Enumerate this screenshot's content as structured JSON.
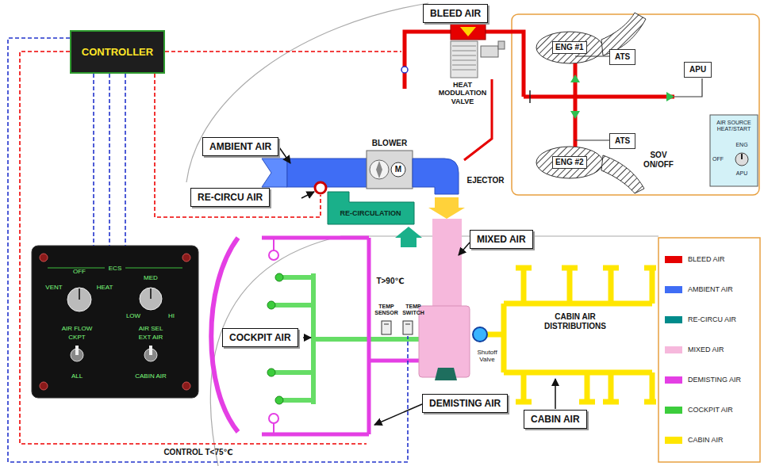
{
  "diagram": {
    "nodes": [
      {
        "text": [
          "CONTROLLER"
        ]
      },
      {
        "text": [
          "BLEED AIR"
        ]
      },
      {
        "text": [
          "ENG #1"
        ]
      },
      {
        "text": [
          "ATS"
        ]
      },
      {
        "text": [
          "APU"
        ]
      },
      {
        "text": [
          "ENG #2"
        ]
      },
      {
        "text": [
          "ATS"
        ]
      },
      {
        "text": [
          "AIR SOURCE HEAT/START",
          "ENG",
          "OFF",
          "APU"
        ]
      },
      {
        "text": [
          "AMBIENT AIR"
        ]
      },
      {
        "text": [
          "RE-CIRCU AIR"
        ]
      },
      {
        "text": [
          "MIXED AIR"
        ]
      },
      {
        "text": [
          "ECS",
          "VENT",
          "OFF",
          "HEAT",
          "MED",
          "LOW",
          "HI",
          "AIR FLOW",
          "CKPT",
          "ALL",
          "AIR SEL",
          "EXT AIR",
          "CABIN AIR"
        ]
      },
      {
        "text": [
          "COCKPIT AIR"
        ]
      },
      {
        "text": [
          "DEMISTING AIR"
        ]
      },
      {
        "text": [
          "CABIN AIR"
        ]
      }
    ],
    "edges": [
      {
        "from": 0,
        "to": 11,
        "arrow": "none"
      },
      {
        "from": 0,
        "to": 11,
        "arrow": "none"
      },
      {
        "from": 0,
        "to": 11,
        "arrow": "none"
      }
    ],
    "labels": [
      "HEAT MODULATION VALVE",
      "BLOWER",
      "M",
      "EJECTOR",
      "RE-CIRCULATION",
      "T>90℃",
      "TEMP SENSOR",
      "TEMP SWITCH",
      "Shutoff Valve",
      "CABIN AIR DISTRIBUTIONS",
      "CONTROL T<75℃",
      "SOV ON/OFF"
    ],
    "legend": [
      {
        "text": "BLEED AIR",
        "color": "#e60000"
      },
      {
        "text": "AMBIENT AIR",
        "color": "#3f6df5"
      },
      {
        "text": "RE-CIRCU AIR",
        "color": "#008b8b"
      },
      {
        "text": "MIXED AIR",
        "color": "#f6b8dc"
      },
      {
        "text": "DEMISTING AIR",
        "color": "#e43fe4"
      },
      {
        "text": "COCKPIT AIR",
        "color": "#3ccd3c"
      },
      {
        "text": "CABIN AIR",
        "color": "#ffe600"
      }
    ]
  }
}
